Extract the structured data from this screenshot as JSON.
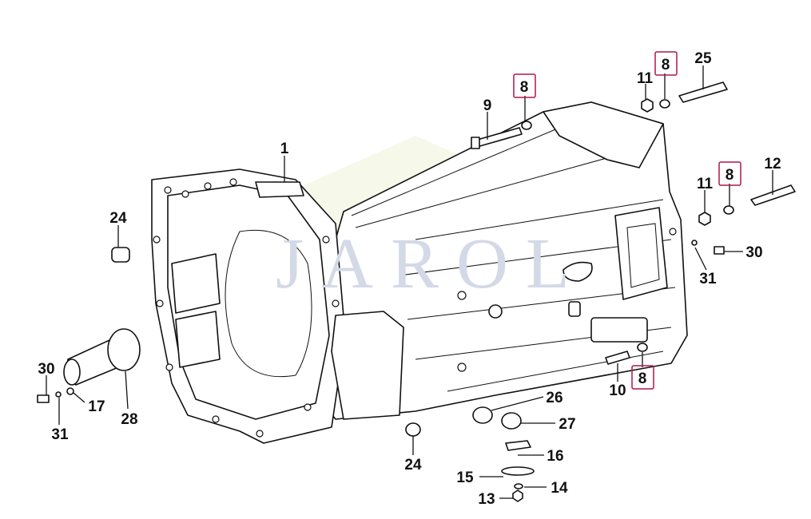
{
  "watermark": "JAROL",
  "highlight_color": "#b0164a",
  "labels": {
    "l1": "1",
    "l8a": "8",
    "l9": "9",
    "l8b": "8",
    "l11a": "11",
    "l25": "25",
    "l11b": "11",
    "l8c": "8",
    "l12": "12",
    "l24a": "24",
    "l30a": "30",
    "l31a": "31",
    "l8d": "8",
    "l10": "10",
    "l30b": "30",
    "l17": "17",
    "l31b": "31",
    "l28": "28",
    "l26": "26",
    "l27": "27",
    "l24b": "24",
    "l16": "16",
    "l15": "15",
    "l14": "14",
    "l13": "13"
  },
  "highlighted_parts": [
    "8"
  ]
}
